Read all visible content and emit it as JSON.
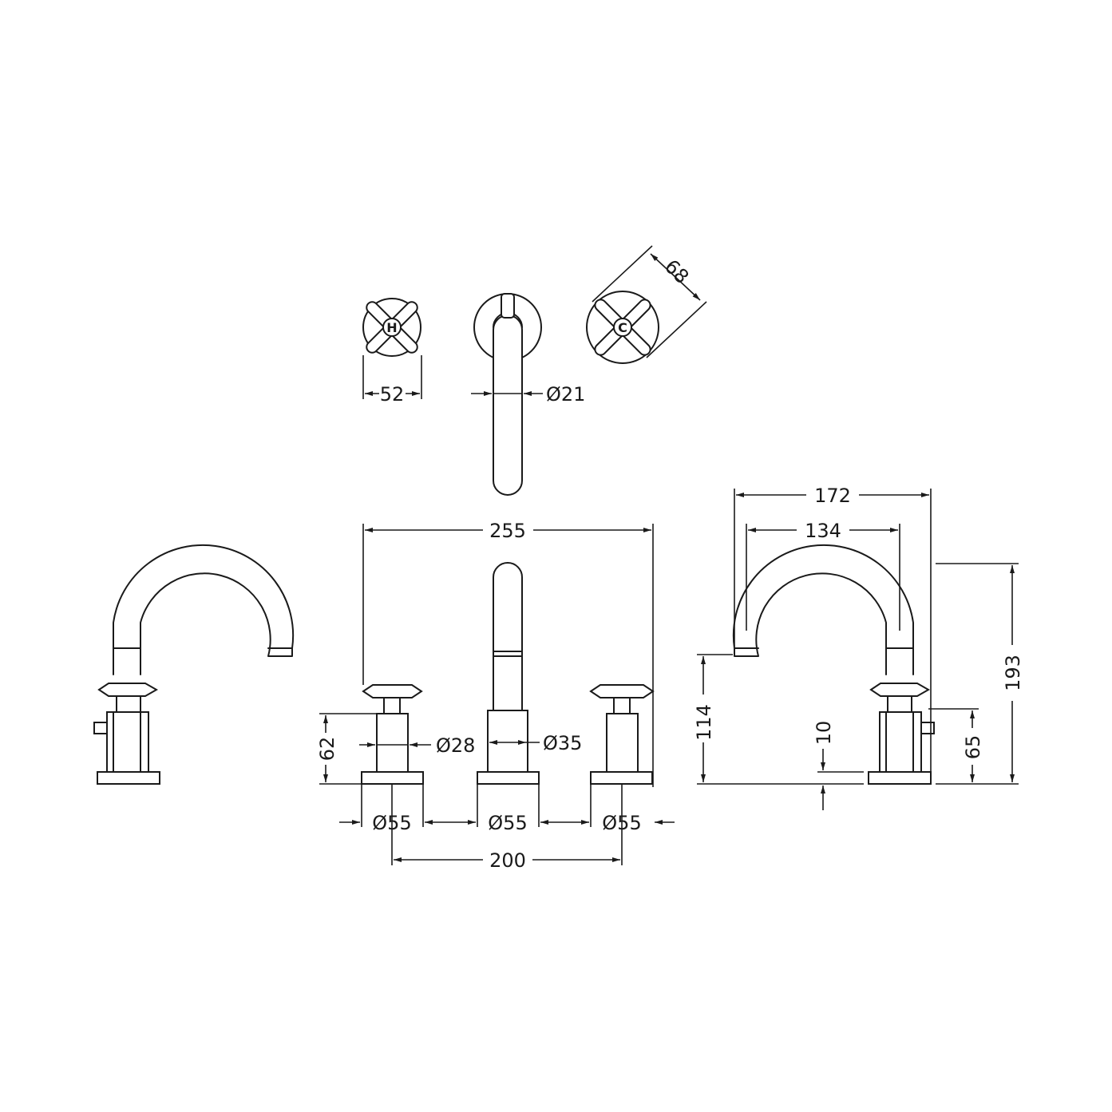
{
  "dimensions": {
    "handle_diameter": "52",
    "spout_diameter": "Ø21",
    "handle_span": "68",
    "overall_width": "255",
    "body_height": "62",
    "stem_diameter": "Ø28",
    "spout_body_diameter": "Ø35",
    "base_left": "Ø55",
    "base_center": "Ø55",
    "base_right": "Ø55",
    "center_spacing": "200",
    "spout_reach_outer": "172",
    "spout_reach_inner": "134",
    "spout_outlet_height": "114",
    "deck_thickness": "10",
    "handle_height": "65",
    "overall_height": "193"
  },
  "handle_letters": {
    "hot": "H",
    "cold": "C"
  }
}
